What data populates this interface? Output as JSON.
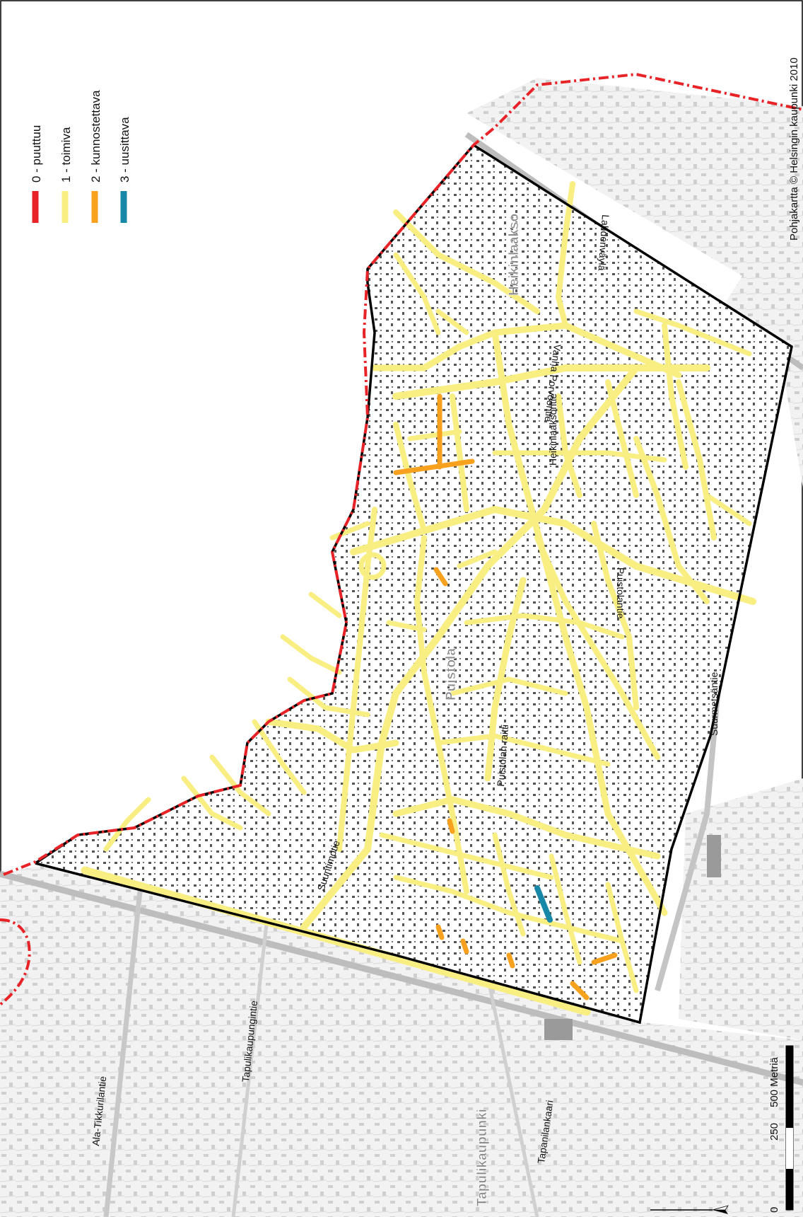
{
  "legend": {
    "items": [
      {
        "label": "0 - puuttuu",
        "color": "#e82327"
      },
      {
        "label": "1 - toimiva",
        "color": "#f8ee82"
      },
      {
        "label": "2 - kunnostettava",
        "color": "#f7a11f"
      },
      {
        "label": "3 - uusittava",
        "color": "#1787a8"
      }
    ]
  },
  "credit": "Pohjakartta © Helsingin kaupunki 2010",
  "districts": {
    "heikinlaakso": "Heikinlaakso",
    "puistola": "Puistola",
    "tapulikaupunki": "Tapulikaupunki"
  },
  "streets": {
    "lahdenvayla": "Lahdenväylä",
    "vanha_porvoontie": "Vanha Porvoontie",
    "heikinlaaksontie": "Heikinlaaksontie",
    "puistolantie": "Puistolantie",
    "puistolan_raitti": "Puistolan raitti",
    "suurmetsantie": "Suurmetsäntie",
    "suutarilantie": "Suuntimotie",
    "tapulikaupungintie": "Tapulikaupungintie",
    "ala_tikkurilantie": "Ala-Tikkurilantie",
    "tapanilankaari": "Tapanilankaari"
  },
  "scale": {
    "zero": "0",
    "mid": "250",
    "end": "500 Metriä"
  },
  "colors": {
    "puuttuu": "#e82327",
    "toimiva": "#f8ee82",
    "kunnostettava": "#f7a11f",
    "uusittava": "#1787a8",
    "boundary": "#000000",
    "building": "#6e6e6e"
  }
}
